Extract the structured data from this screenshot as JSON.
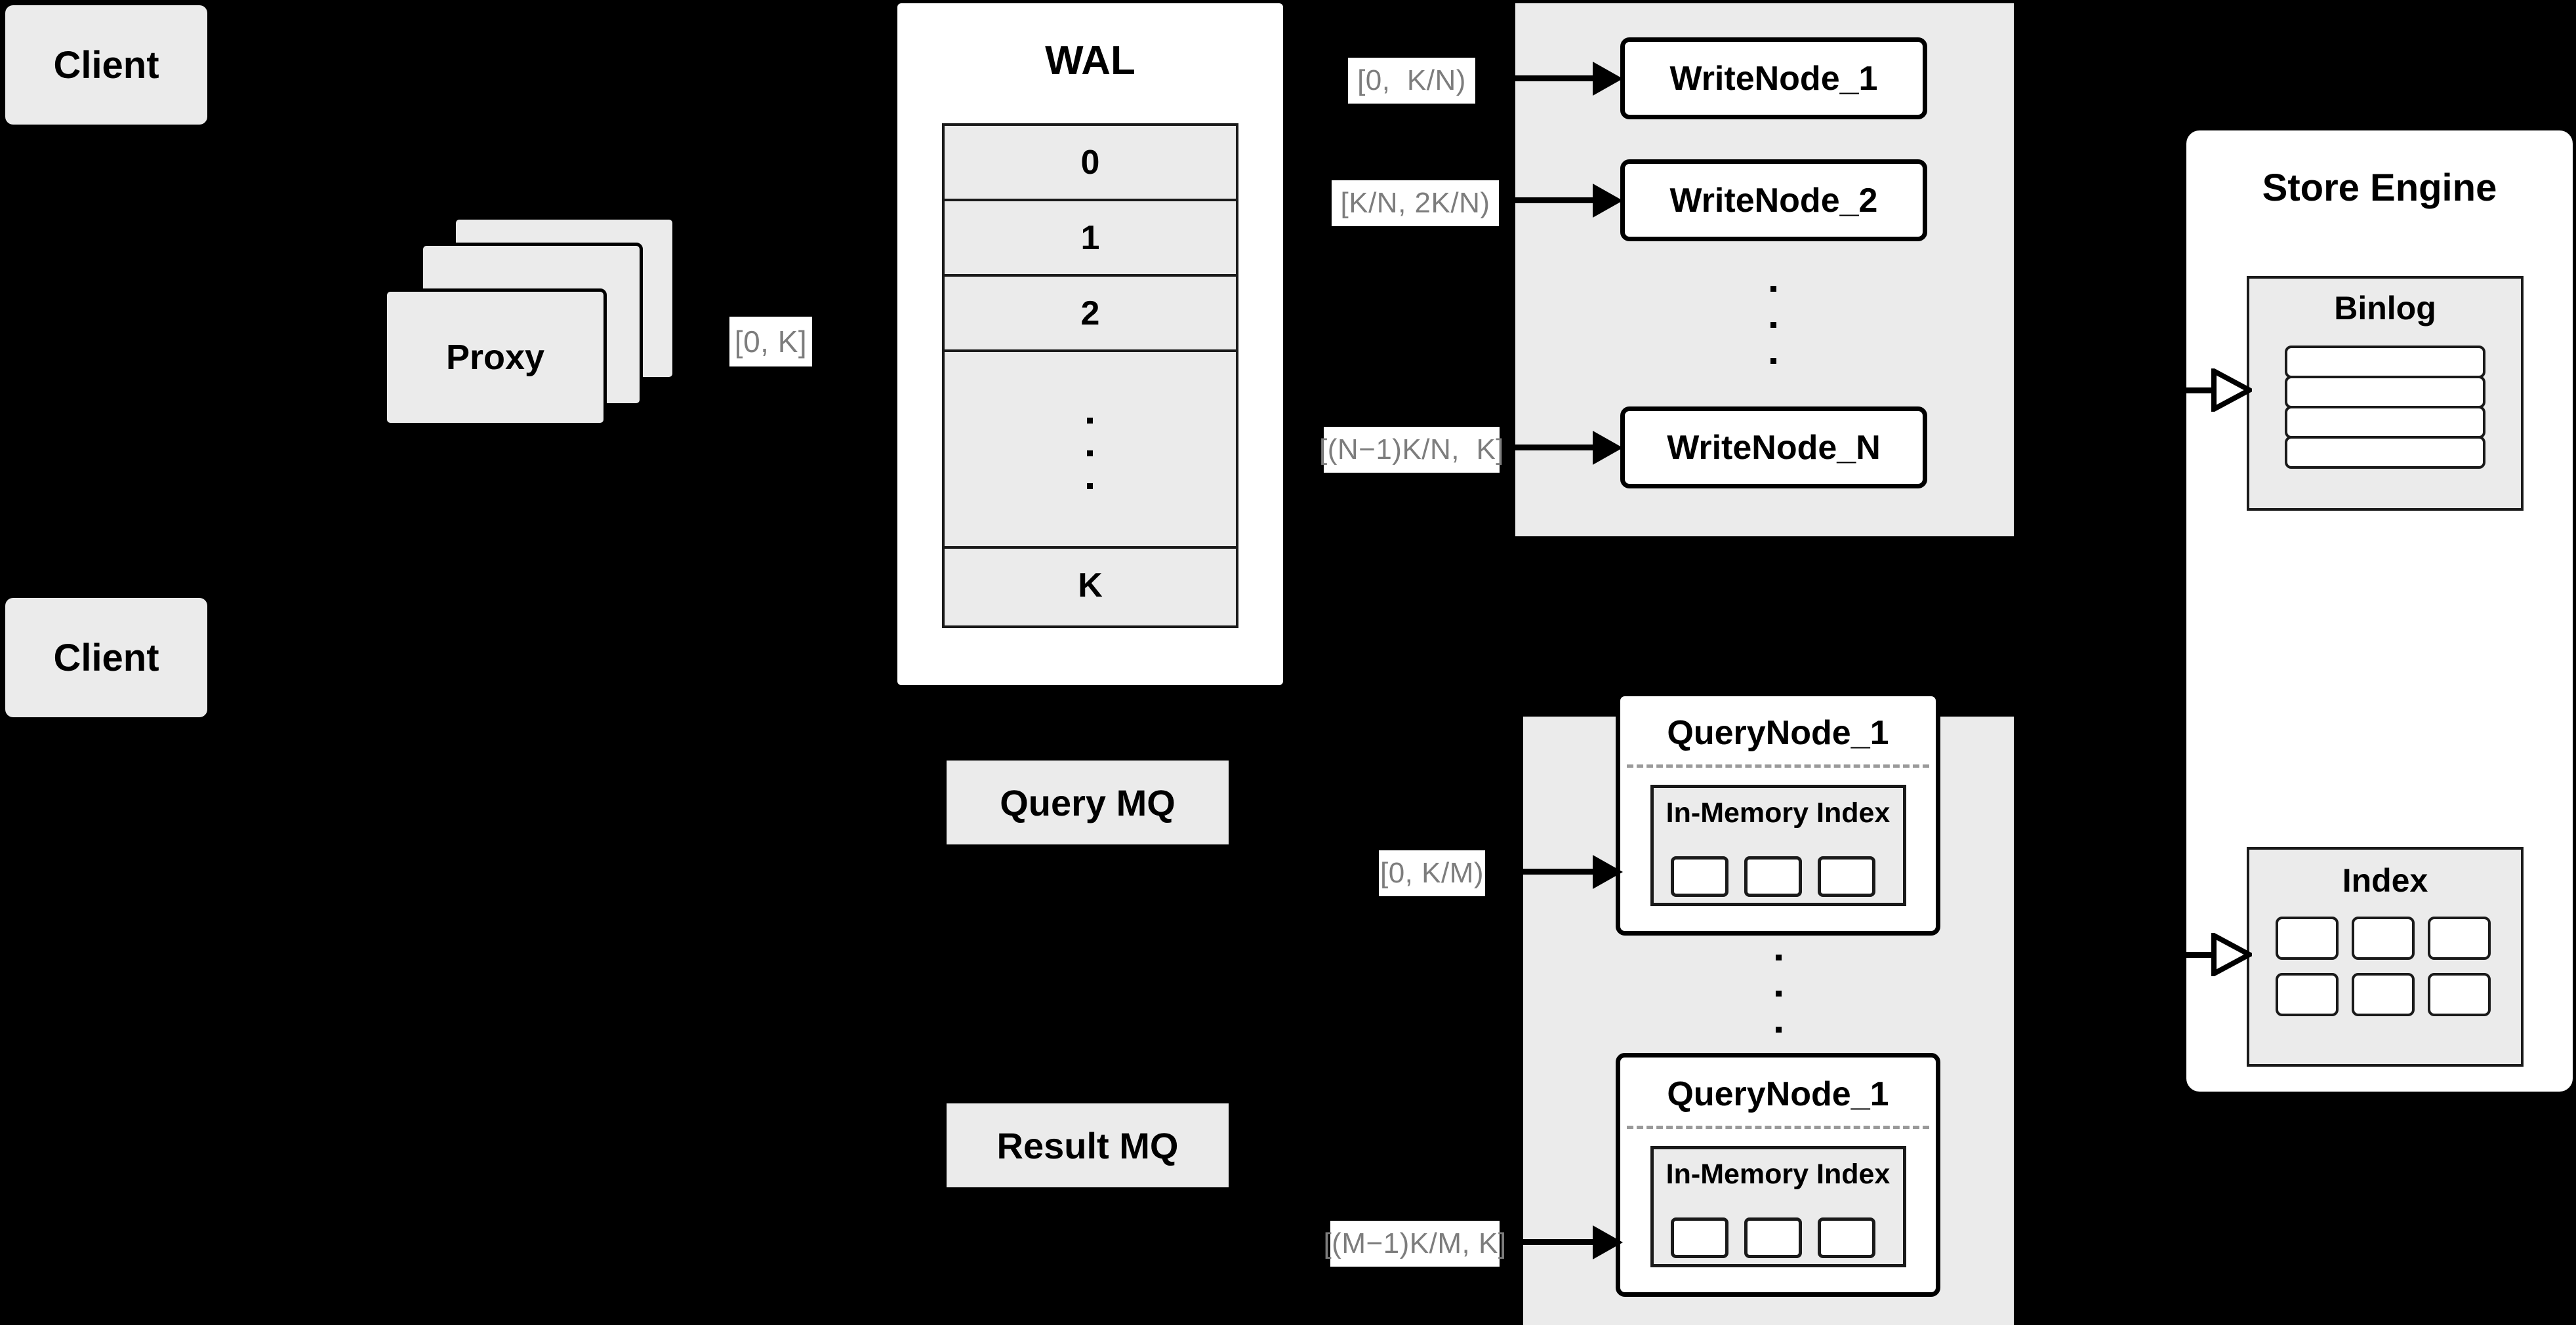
{
  "diagram": {
    "title": "Distributed Write/Query Architecture",
    "background_color": "#000000",
    "node_fill": "#ebebeb",
    "node_white": "#ffffff",
    "stroke_color": "#000000",
    "label_text_color": "#7d7d7d"
  },
  "clients": [
    {
      "label": "Client"
    },
    {
      "label": "Client"
    }
  ],
  "proxy": {
    "label": "Proxy",
    "stack_count": 3
  },
  "edges": {
    "proxy_to_wal": {
      "label": "[0, K]"
    },
    "wal_to_writenode_1": {
      "label": "[0,  K/N)"
    },
    "wal_to_writenode_2": {
      "label": "[K/N, 2K/N)"
    },
    "wal_to_writenode_n": {
      "label": "[(N−1)K/N,  K]"
    },
    "querymq_to_querynode_1": {
      "label": "[0, K/M)"
    },
    "querymq_to_querynode_m": {
      "label": "[(M−1)K/M, K]"
    }
  },
  "wal": {
    "title": "WAL",
    "rows": [
      "0",
      "1",
      "2",
      "·",
      "K"
    ],
    "ellipsis_dots": 3
  },
  "write_cluster": {
    "nodes": [
      {
        "label": "WriteNode_1"
      },
      {
        "label": "WriteNode_2"
      },
      {
        "label": "WriteNode_N"
      }
    ],
    "ellipsis_dots": 3
  },
  "message_queues": [
    {
      "label": "Query MQ"
    },
    {
      "label": "Result MQ"
    }
  ],
  "query_cluster": {
    "nodes": [
      {
        "title": "QueryNode_1",
        "in_memory_index": {
          "title": "In-Memory Index",
          "cells": 3
        }
      },
      {
        "title": "QueryNode_1",
        "in_memory_index": {
          "title": "In-Memory Index",
          "cells": 3
        }
      }
    ],
    "ellipsis_dots": 3
  },
  "store_engine": {
    "title": "Store Engine",
    "binlog": {
      "title": "Binlog",
      "rows": 4
    },
    "index": {
      "title": "Index",
      "cells": 6,
      "columns": 3,
      "rows": 2
    }
  }
}
